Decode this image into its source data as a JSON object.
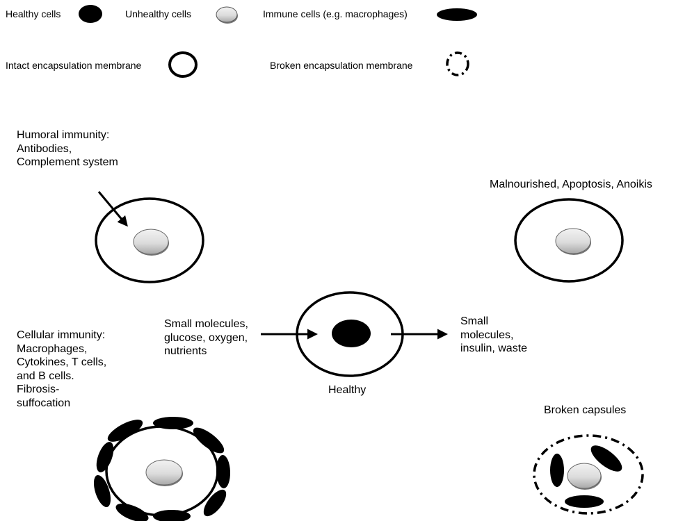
{
  "legend": {
    "healthy_cells": "Healthy cells",
    "unhealthy_cells": "Unhealthy cells",
    "immune_cells": "Immune cells (e.g. macrophages)",
    "intact_membrane": "Intact encapsulation membrane",
    "broken_membrane": "Broken encapsulation membrane"
  },
  "panels": {
    "humoral": "Humoral immunity:\nAntibodies,\nComplement system",
    "malnourished": "Malnourished, Apoptosis, Anoikis",
    "cellular": "Cellular immunity:\nMacrophages,\nCytokines, T cells,\nand B cells.\nFibrosis-\nsuffocation",
    "inputs": "Small molecules,\nglucose, oxygen,\nnutrients",
    "outputs": "Small\nmolecules,\ninsulin, waste",
    "healthy": "Healthy",
    "broken_capsules": "Broken capsules"
  },
  "colors": {
    "healthy_cell": "#000000",
    "unhealthy_cell_light": "#eeeeee",
    "unhealthy_cell_dark": "#a8a8a8",
    "membrane": "#000000",
    "background": "#ffffff"
  }
}
